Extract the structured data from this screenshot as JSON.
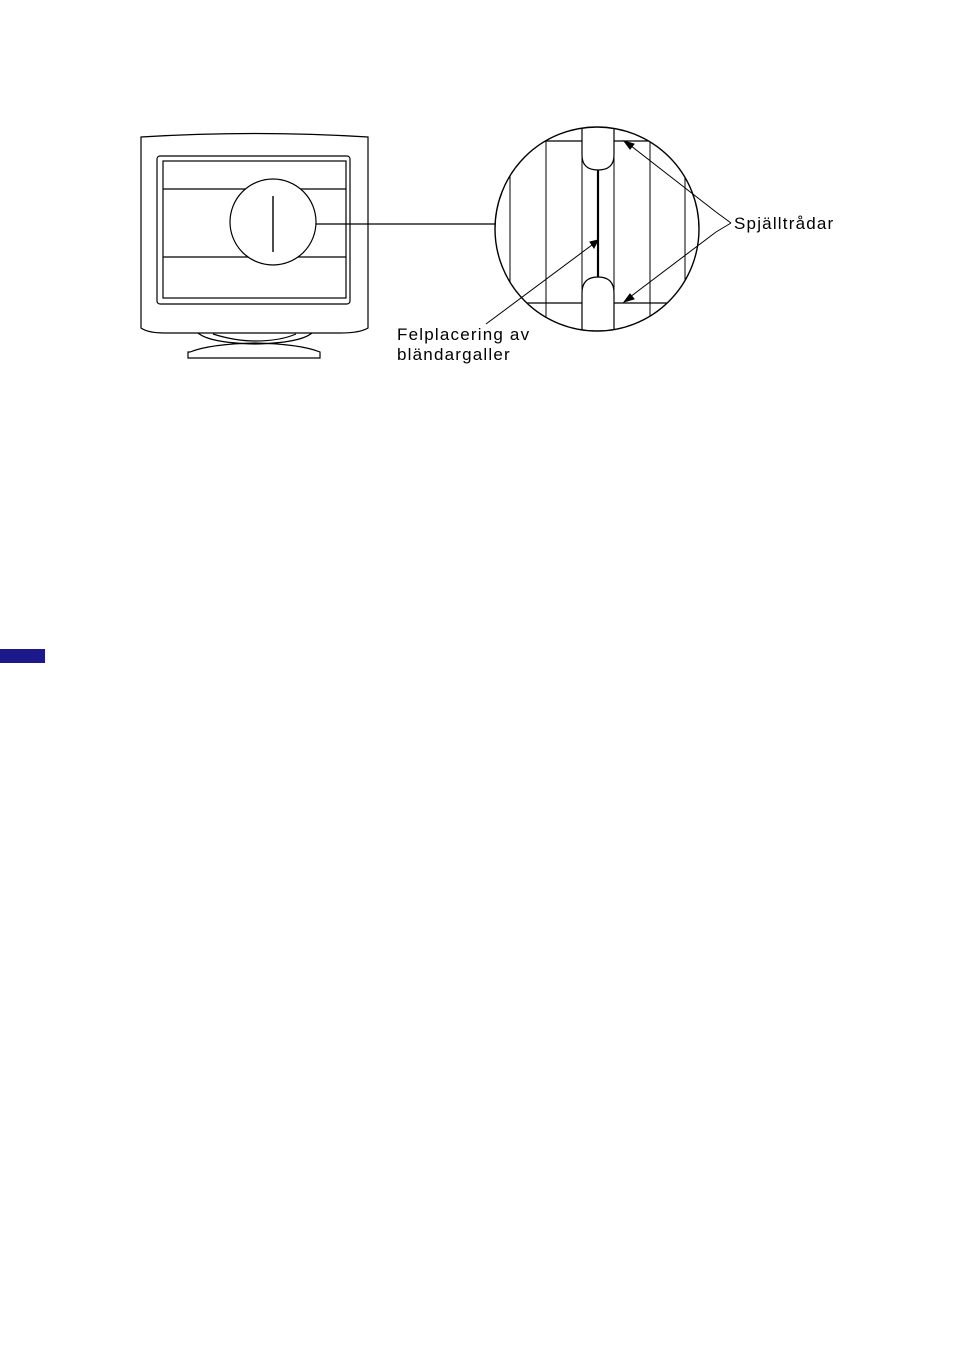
{
  "figure": {
    "labels": {
      "damper_wires": "Spjälltrådar",
      "misplacement_line1": "Felplacering av",
      "misplacement_line2": "bländargaller"
    }
  },
  "colors": {
    "line": "#000000",
    "side_tab": "#1c1a8a"
  }
}
